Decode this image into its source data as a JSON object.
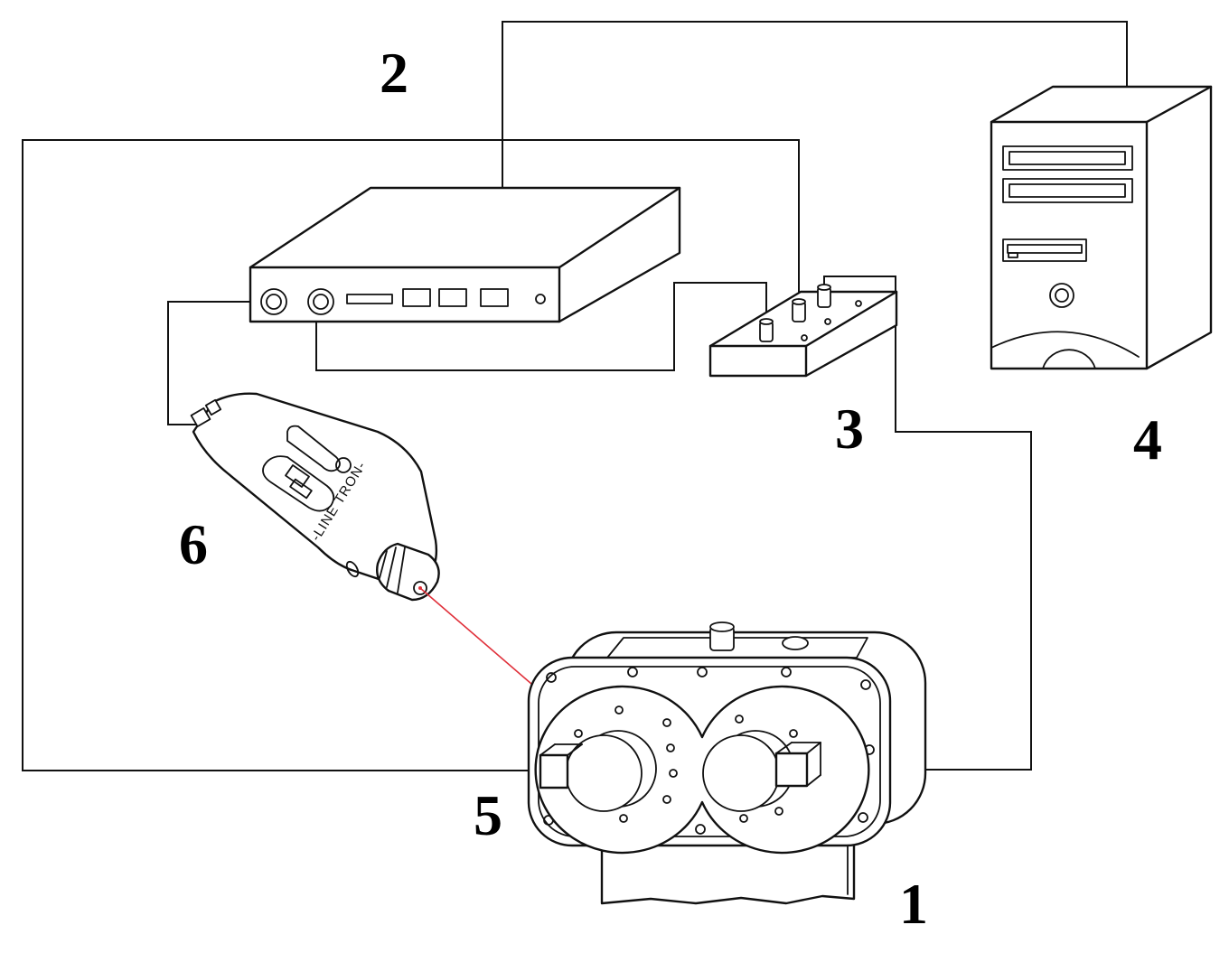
{
  "diagram": {
    "callouts": {
      "c1": "1",
      "c2": "2",
      "c3": "3",
      "c4": "4",
      "c5": "5",
      "c6": "6"
    },
    "tachometer_brand": "-LINE TRON-"
  },
  "colors": {
    "line": "#111111",
    "laser": "#e0303a",
    "background": "#ffffff"
  }
}
